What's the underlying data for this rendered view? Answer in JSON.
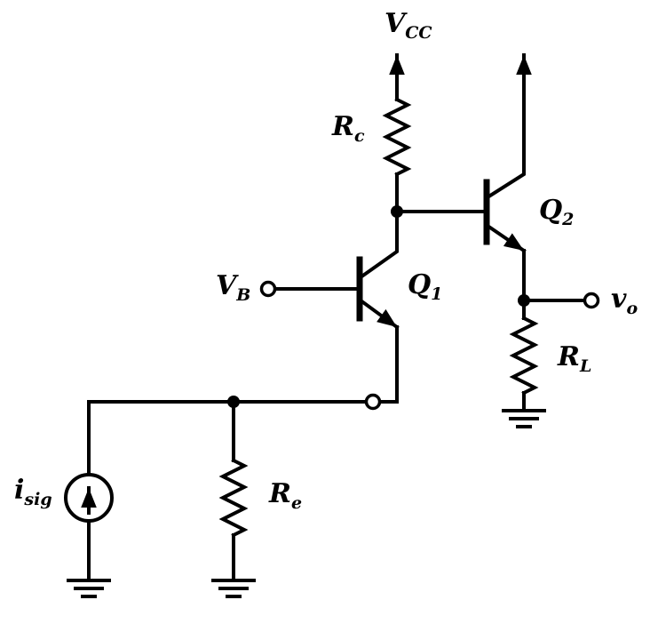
{
  "diagram": {
    "kind": "circuit-schematic",
    "description": "Two-transistor (cascaded NPN) amplifier: current-source input into Re node, common-base Q1 with collector resistor Rc, emitter-follower Q2 driving load RL to output vo",
    "colors": {
      "ink": "#000000",
      "background": "#ffffff"
    }
  },
  "labels": {
    "vcc": {
      "main": "V",
      "sub": "CC"
    },
    "rc": {
      "main": "R",
      "sub": "c"
    },
    "q2": {
      "main": "Q",
      "sub": "2"
    },
    "vb": {
      "main": "V",
      "sub": "B"
    },
    "q1": {
      "main": "Q",
      "sub": "1"
    },
    "vo": {
      "main": "v",
      "sub": "o"
    },
    "rl": {
      "main": "R",
      "sub": "L"
    },
    "re": {
      "main": "R",
      "sub": "e"
    },
    "isig": {
      "main": "i",
      "sub": "sig"
    }
  },
  "components": [
    {
      "id": "isig",
      "kind": "current-source"
    },
    {
      "id": "re",
      "kind": "resistor"
    },
    {
      "id": "rc",
      "kind": "resistor"
    },
    {
      "id": "rl",
      "kind": "resistor"
    },
    {
      "id": "q1",
      "kind": "npn-transistor"
    },
    {
      "id": "q2",
      "kind": "npn-transistor"
    },
    {
      "id": "vcc",
      "kind": "supply-rail"
    },
    {
      "id": "vb",
      "kind": "input-terminal"
    },
    {
      "id": "vo",
      "kind": "output-terminal"
    },
    {
      "id": "gnd",
      "kind": "ground",
      "count": 3
    }
  ]
}
